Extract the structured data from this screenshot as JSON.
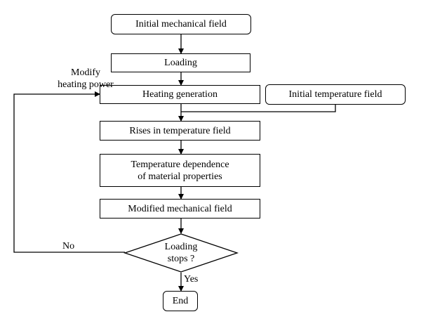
{
  "nodes": {
    "initial_mechanical": "Initial mechanical field",
    "loading": "Loading",
    "heating_generation": "Heating generation",
    "initial_temperature": "Initial temperature field",
    "rises_temperature": "Rises in temperature field",
    "temp_dependence_line1": "Temperature dependence",
    "temp_dependence_line2": "of material properties",
    "modified_mechanical": "Modified mechanical field",
    "loading_stops_line1": "Loading",
    "loading_stops_line2": "stops ?",
    "end": "End"
  },
  "labels": {
    "modify_line1": "Modify",
    "modify_line2": "heating power",
    "no": "No",
    "yes": "Yes"
  }
}
